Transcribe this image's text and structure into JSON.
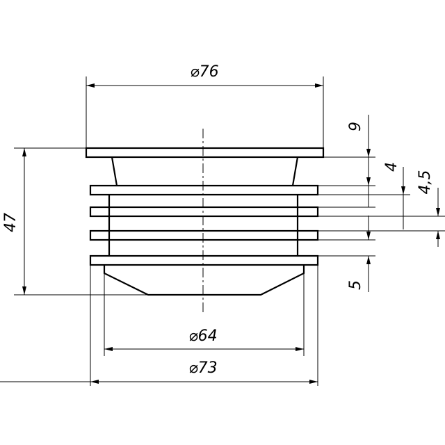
{
  "dimensions": {
    "top_diameter": "⌀76",
    "bottom_inner_diameter": "⌀64",
    "bottom_outer_diameter": "⌀73",
    "total_height": "47",
    "flange_thickness": "9",
    "rib_pitch": "4",
    "rib_gap": "4,5",
    "bottom_height": "5"
  }
}
